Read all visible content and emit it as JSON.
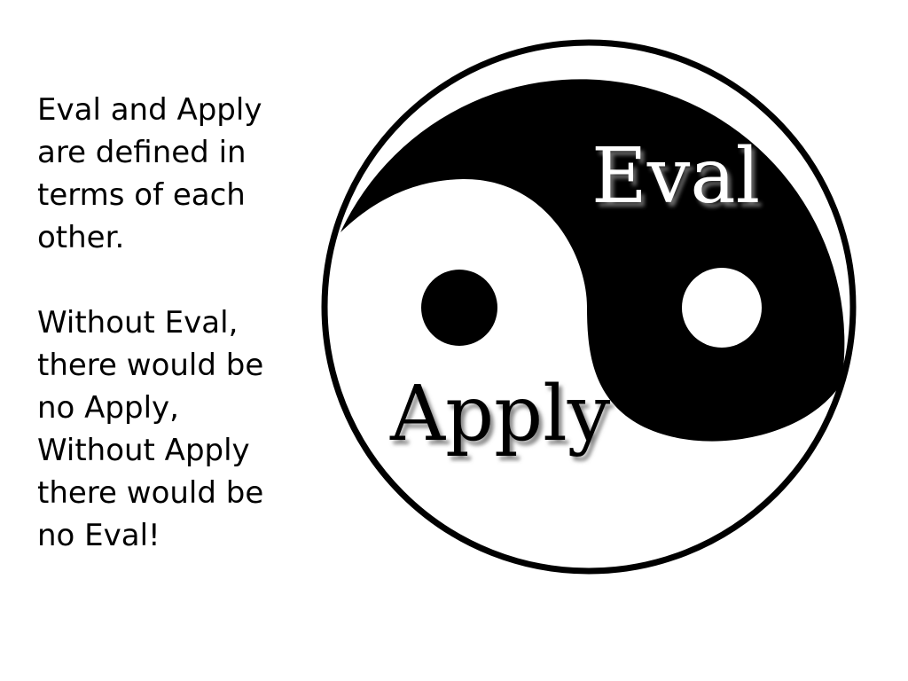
{
  "paragraphs": [
    "Eval and Apply\nare defined in\nterms of each\nother.",
    "Without Eval,\nthere would be\nno Apply,\nWithout Apply\nthere would be\nno Eval!"
  ],
  "symbol": {
    "dark_label": "Eval",
    "light_label": "Apply"
  },
  "colors": {
    "dark": "#000000",
    "light": "#ffffff",
    "shadow": "#7a7a7a"
  }
}
